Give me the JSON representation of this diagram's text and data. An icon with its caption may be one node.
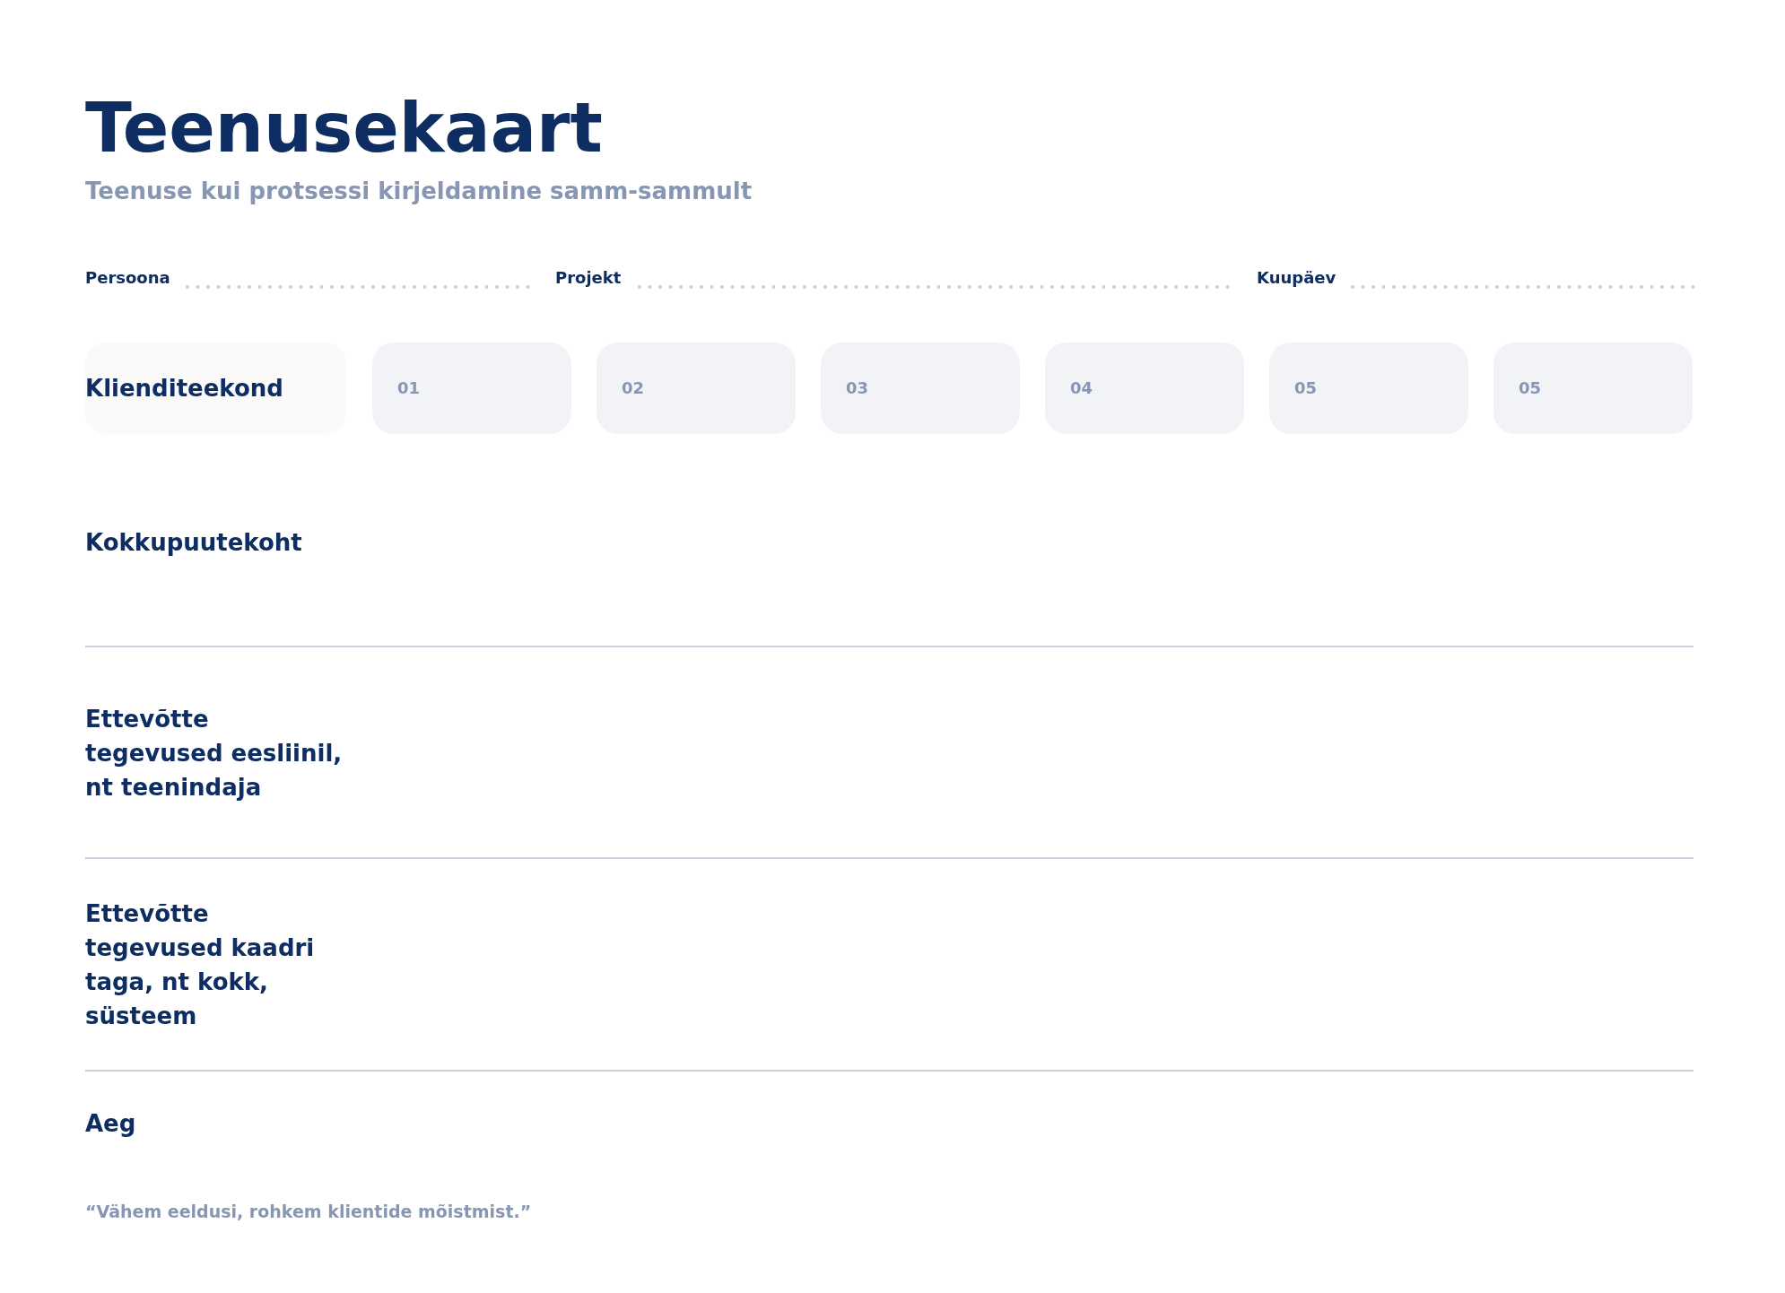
{
  "diagram": {
    "title": "Teenusekaart",
    "nodes": [
      {
        "text": [
          "Klienditeekond"
        ]
      },
      {
        "text": [
          "01"
        ]
      },
      {
        "text": [
          "02"
        ]
      },
      {
        "text": [
          "03"
        ]
      },
      {
        "text": [
          "04"
        ]
      },
      {
        "text": [
          "05"
        ]
      },
      {
        "text": [
          "05"
        ]
      }
    ],
    "labels": [
      "Teenuse kui protsessi kirjeldamine samm-sammult",
      "Persoona",
      "Projekt",
      "Kuupäev",
      "Kokkupuutekoht",
      "Ettevõtte tegevused eesliinil, nt teenindaja",
      "Ettevõtte tegevused kaadri taga, nt kokk, süsteem",
      "Aeg",
      "“Vähem eeldusi, rohkem klientide mõistmist.”"
    ]
  }
}
